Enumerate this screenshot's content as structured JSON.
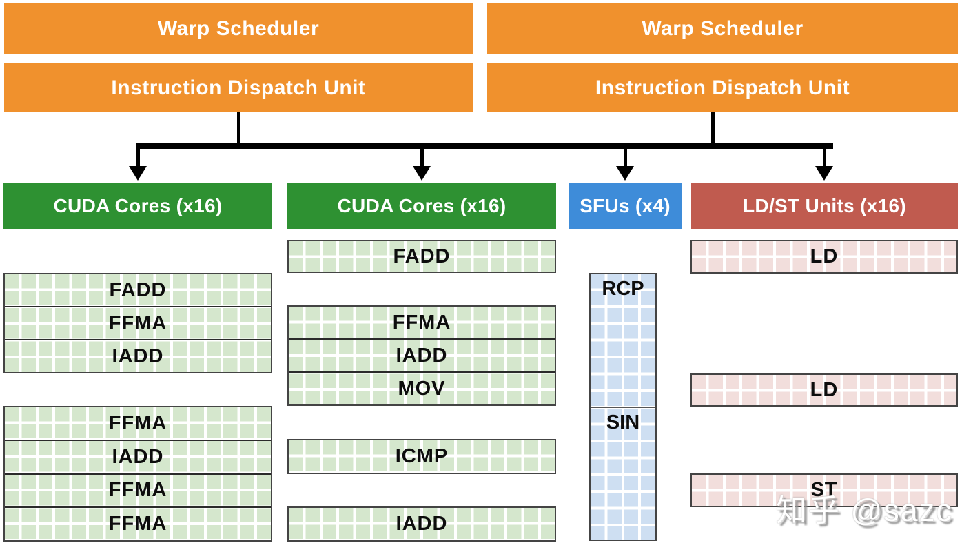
{
  "schedulers": {
    "left": {
      "warp": "Warp Scheduler",
      "dispatch": "Instruction Dispatch Unit"
    },
    "right": {
      "warp": "Warp Scheduler",
      "dispatch": "Instruction Dispatch Unit"
    }
  },
  "columns": {
    "cuda_left": {
      "title": "CUDA Cores (x16)",
      "block1": [
        "FADD",
        "FFMA",
        "IADD"
      ],
      "block2": [
        "FFMA",
        "IADD",
        "FFMA",
        "FFMA"
      ]
    },
    "cuda_mid": {
      "title": "CUDA Cores (x16)",
      "block1": [
        "FADD"
      ],
      "block2": [
        "FFMA",
        "IADD",
        "MOV"
      ],
      "block3": [
        "ICMP"
      ],
      "block4": [
        "IADD"
      ]
    },
    "sfu": {
      "title": "SFUs (x4)",
      "sections": [
        "RCP",
        "SIN"
      ]
    },
    "ldst": {
      "title": "LD/ST Units (x16)",
      "block1": [
        "LD"
      ],
      "block2": [
        "LD"
      ],
      "block3": [
        "ST"
      ]
    }
  },
  "watermark": {
    "text": "知乎 @sazc"
  },
  "colors": {
    "orange": "#F0912D",
    "green": "#2E9132",
    "blue": "#3E8CD9",
    "red": "#C05B4F",
    "cell_green": "#D5E7CD",
    "cell_blue": "#CEDFF2",
    "cell_pink": "#F2DEDC",
    "connector": "#000000",
    "grid_line": "#FFFFFF",
    "border": "#444444",
    "text_dark": "#0D0D0D",
    "text_light": "#FFFFFF"
  }
}
